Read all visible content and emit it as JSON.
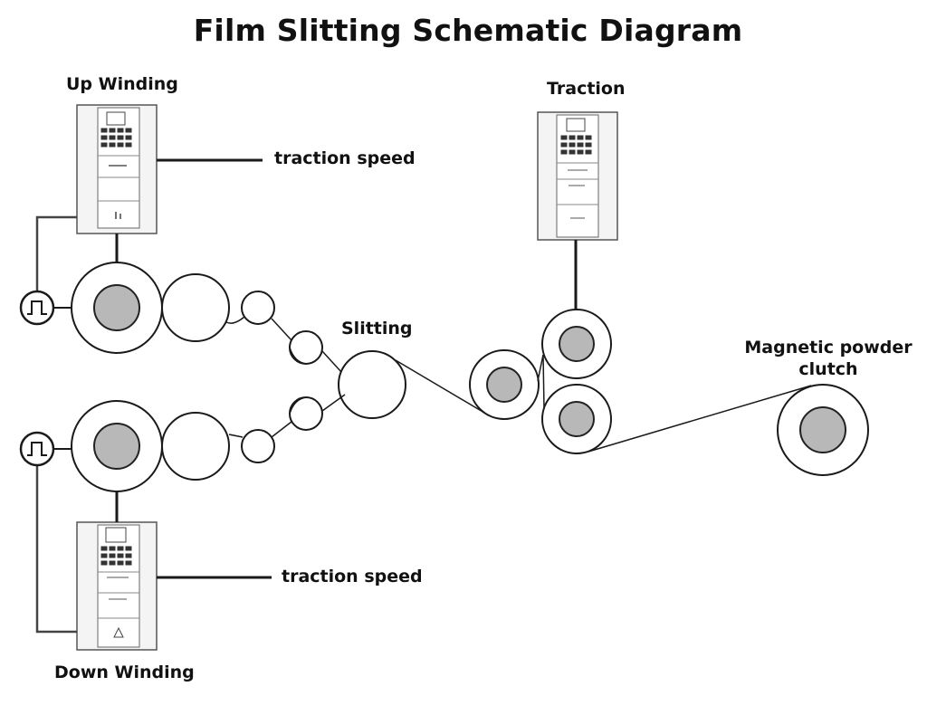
{
  "title": "Film Slitting Schematic Diagram",
  "labels": {
    "up_winding": "Up Winding",
    "traction": "Traction",
    "traction_speed_up": "traction speed",
    "traction_speed_down": "traction speed",
    "slitting": "Slitting",
    "magnetic_powder_clutch": "Magnetic powder clutch",
    "down_winding": "Down Winding"
  },
  "colors": {
    "line": "#1a1a1a",
    "roll_core": "#b8b8b8",
    "device_body": "#f4f4f4",
    "device_panel": "#e6e6e6"
  }
}
